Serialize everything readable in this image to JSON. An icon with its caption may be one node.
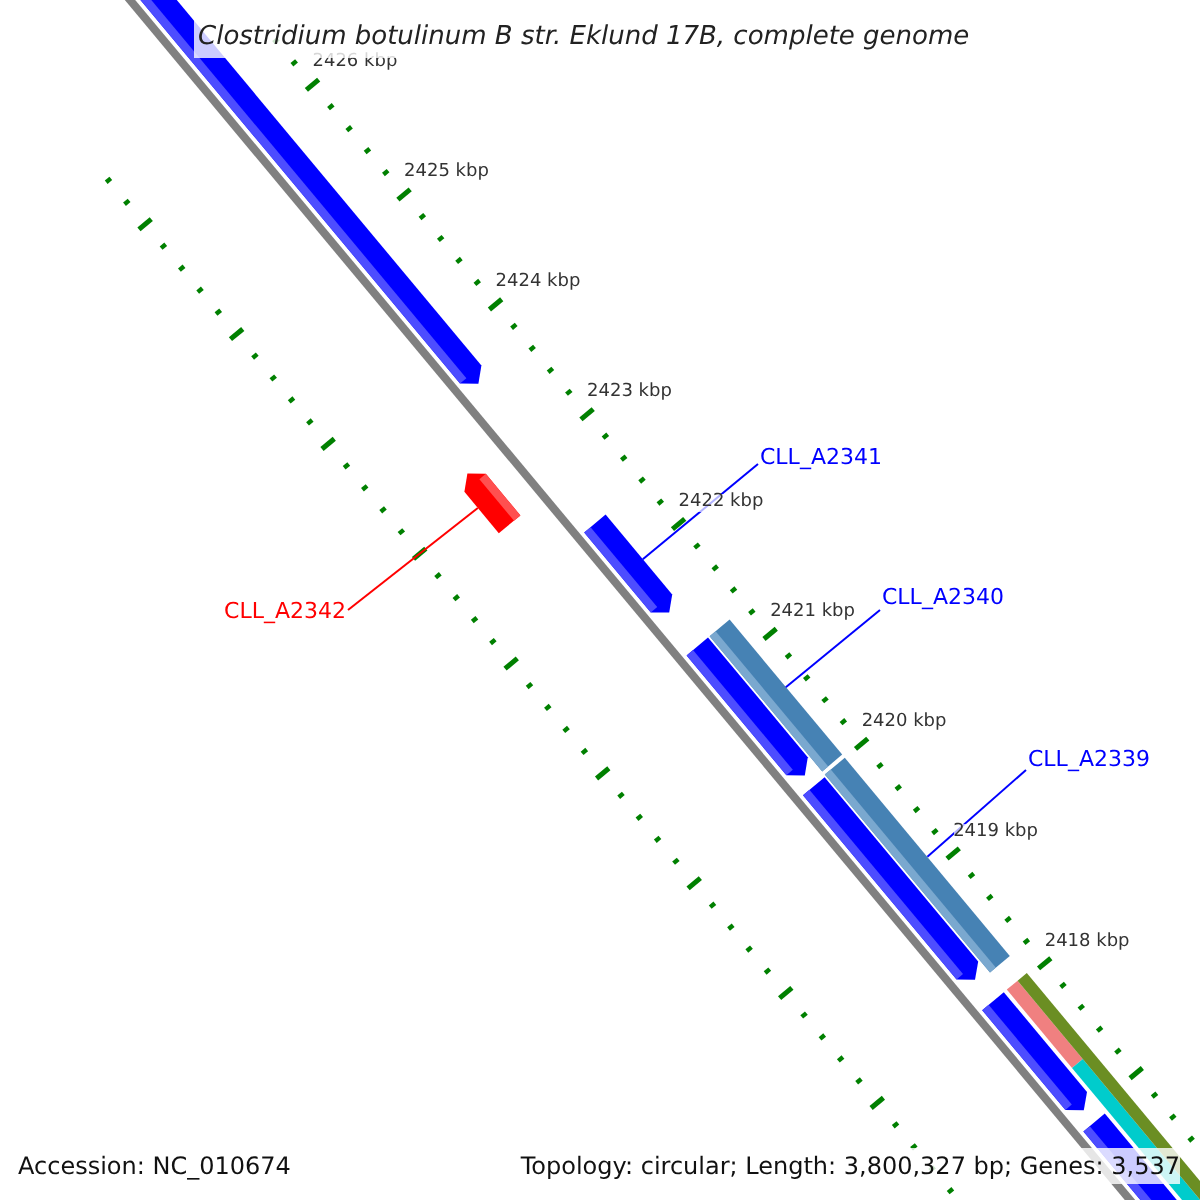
{
  "diagram": {
    "title": "Clostridium botulinum B str. Eklund 17B, complete genome",
    "nodes": [
      {
        "text": [
          "CLL_A2341"
        ]
      },
      {
        "text": [],
        "shape": "bar"
      },
      {
        "text": [
          "CLL_A2340"
        ]
      },
      {
        "text": [],
        "shape": "bar"
      },
      {
        "text": [
          "CLL_A2339"
        ]
      },
      {
        "text": [],
        "shape": "bar"
      },
      {
        "text": [
          "CLL_A2342"
        ]
      },
      {
        "text": [],
        "shape": "bar"
      }
    ],
    "edges": [
      {
        "from": 0,
        "to": 1,
        "arrow": "none"
      },
      {
        "from": 2,
        "to": 3,
        "arrow": "none"
      },
      {
        "from": 4,
        "to": 5,
        "arrow": "none"
      },
      {
        "from": 6,
        "to": 7,
        "arrow": "none",
        "color": "#ff0000"
      }
    ],
    "labels": [
      "2426 kbp",
      "2425 kbp",
      "2424 kbp",
      "2423 kbp",
      "2422 kbp",
      "2421 kbp",
      "2420 kbp",
      "2419 kbp",
      "2418 kbp",
      "Accession: NC_010674",
      "Topology: circular; Length: 3,800,327 bp; Genes: 3,537"
    ]
  }
}
